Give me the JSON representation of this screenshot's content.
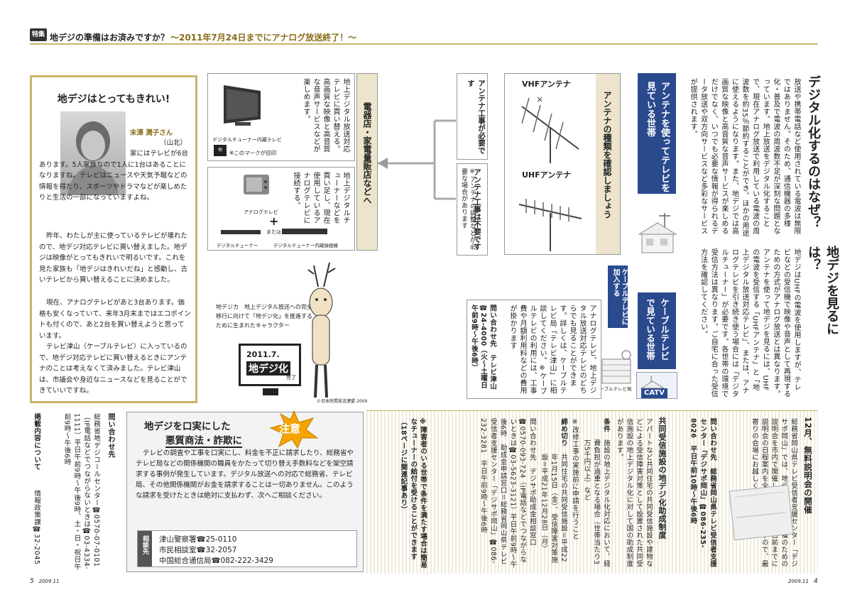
{
  "header": {
    "tag": "特集",
    "title": "地デジの準備はお済みですか？",
    "subtitle": "〜2011年7月24日までにアナログ放送終了！〜"
  },
  "interview": {
    "title": "地デジはとってもきれい!",
    "name": "末澤 潤子さん",
    "area": "（山北）",
    "body": [
      "家にはテレビが6台あります。5人家族なので1人に1台はあることになりますね。テレビはニュースや天気予報などの情報を得たり、スポーツやドラマなどが楽しめたりと生活の一部になっていますよね。",
      "昨年、わたしが主に使っているテレビが壊れたので、地デジ対応テレビに買い替えました。地デジは映像がとってもきれいで明るいです。これを見た家族も「地デジはきれいだね」と感動し、古いテレビから買い替えることに決めました。",
      "現在、アナログテレビがあと3台あります。価格も安くなっていて、来年3月末まではエコポイントも付くので、あと2台を買い替えようと思っています。",
      "テレビ津山（ケーブルテレビ）に入っているので、地デジ対応テレビに買い替えるときにアンテナのことは考えなくて済みました。テレビ津山は、市議会や身近なニュースなどを見ることができていいですね。"
    ]
  },
  "flow": {
    "antenna_household": "アンテナを使ってテレビを見ている世帯",
    "antenna_type": "アンテナの種類を確認しましょう",
    "vhf": "VHFアンテナ",
    "uhf": "UHFアンテナ",
    "vhf_note": "アンテナ工事が必要です",
    "uhf_note_main": "アンテナ工事は不要です",
    "uhf_note_sub": "※アンテナの調整などが必要な場合があります",
    "store_title": "電器店・家電量販店などへ",
    "store_opt1": "地上デジタル放送対応テレビに買い替える。高画質な映像と高音質な音声サービスなどが楽しめます。",
    "store_opt1_label": "デジタルチューナー内蔵テレビ",
    "store_mark_note": "※このマークが目印",
    "store_opt2": "地上デジタルチューナーなどを買い足し、現在使用しているアナログテレビに接続する。",
    "store_opt2_label_tv": "アナログテレビ",
    "store_opt2_or": "または",
    "store_opt2_label_tuner": "デジタルチューナー",
    "store_opt2_label_recorder": "デジタルチューナー内蔵録画機",
    "cable_household": "ケーブルテレビで見ている世帯",
    "cable_join": "ケーブルテレビに加入する",
    "cable_station_label": "ケーブルテレビ局",
    "catv": "CATV",
    "cable_box": "アナログテレビ、地上デジタル放送対応テレビのどちらでも見ることができます。詳しくは、ケーブルテレビ局「テレビ津山」に相談してください。※ケーブルテレビの利用には、工事費や月額利用料などの費用が掛かります",
    "cable_contact": "問い合わせ先　テレビ津山☎24-4000（火〜土曜日午前9時〜午後6時）"
  },
  "mascot": {
    "desc": "地デジカ　地上デジタル放送への完全移行に向けて「地デジ化」を推進するために生まれたキャラクター",
    "sign_year": "2011.7.",
    "sign_main": "地デジ化",
    "sign_end": "完了",
    "copyright": "©日本民間放送連盟 2009"
  },
  "why": {
    "title": "デジタル化するのはなぜ？",
    "body": "放送や携帯電話など使用されている電波は無限ではありません。そのため、通信機器の多様化・普及で電波の周波数不足が深刻な問題となっています。地上放送をデジタル化することで、現在アナログ放送で利用している電波の周波数を約35％節約することができ、ほかの用途に使えるようになります。また、地デジでは高画質な映像と高音質な音声サービスが楽しめるだけでなく、いつでも必要な情報が得られるデータ放送や双方向サービスなど多彩なサービスが提供されます。"
  },
  "howto": {
    "title": "地デジを見るには？",
    "body": "地デジはUHFの電波を使用しますが、テレビなどの受信機で映像や音声として再現するための方式がアナログ放送とは異なります。アンテナを使って地デジを見るには、UHFの電波を受信する「UHFアンテナ」と「地上デジタル放送対応テレビ」、または、アナログテレビを引き続き使う場合には「デジタルチューナー」が必要です。各世帯の環境で受信方法は異なります。ご自宅に合った受信方法を確認してください。"
  },
  "seminar": {
    "title": "12月、無料説明会の開催",
    "body": "総務省岡山県テレビ受信者支援センター「デジサポ岡山」では、地デジへの移行準備のための説明会を市内で開催します。開催数日前までに説明会の日程案内を全戸へ配布しますので、最寄りの会場にお越しください。",
    "contact": "問い合わせ先　総務省岡山県テレビ受信者支援センター「デジサポ岡山」☎086-235-8026　平日午前10時〜午後6時"
  },
  "subsidy": {
    "title": "共同受信施設の地デジ化助成制度",
    "body": "アパートなど共同住宅の共同受信施設や建物などによる受信障害対策として設置された共同受信施設の地上デジタル化に対して国の助成制度があります。",
    "cond_label": "条件",
    "cond": "施設の地上デジタル化対応において、経費負担が過重となる場合（世帯当たり3万5千円以上）など",
    "note": "※改修工事の実施前に申請を行うこと",
    "deadline_label": "締め切り",
    "deadline": "共同住宅の共同受信施設＝平成22年1月15日（金）、受信障害対策施設＝平成21年12月28日（月）",
    "contact": "問い合わせ先　デジサポ助成金相談窓口☎0570-093-724（IP電話などでつながらないときは☎03-5623-3121）平日午前9時〜午後6時　助成金申請窓口＝総務省岡山県テレビ受信者支援センター「デジサポ岡山」☎086-232-3281　平日午前9時〜午後6時",
    "disabled_note": "※障害者のいる世帯で条件を満たす場合は簡易なチューナーの給付を受けることができます（18ページに関連記事あり）"
  },
  "scam": {
    "title1": "地デジを口実にした",
    "title2": "悪質商法・詐欺に",
    "badge": "注意",
    "body": "テレビの調査や工事を口実にし、料金を不正に請求したり、総務省やテレビ局などの関係機関の職員をかたって切り替え手数料などを架空請求する事例が発生しています。デジタル放送への対応で総務省、テレビ局、その他関係機関がお金を請求することは一切ありません。このような請求を受けたときは絶対に支払わず、次へご相談ください。",
    "consult_label": "相談先",
    "contacts": [
      "津山警察署☎25-0110",
      "市民相談室☎32-2057",
      "中国総合通信局☎082-222-3429"
    ]
  },
  "inquiry": {
    "label": "問い合わせ先",
    "body": "総務省地デジコールセンター☎0570-07-0101（IP電話などでつながらないときは☎03-4334-1111）平日午前9時〜午後9時、土・日・祝日午前9時〜午後6時",
    "content_label": "掲載内容について",
    "content_contact": "情報政策課☎32-2045"
  },
  "footer": {
    "left_page": "5",
    "left_date": "2009.11",
    "right_date": "2009.11",
    "right_page": "4"
  }
}
